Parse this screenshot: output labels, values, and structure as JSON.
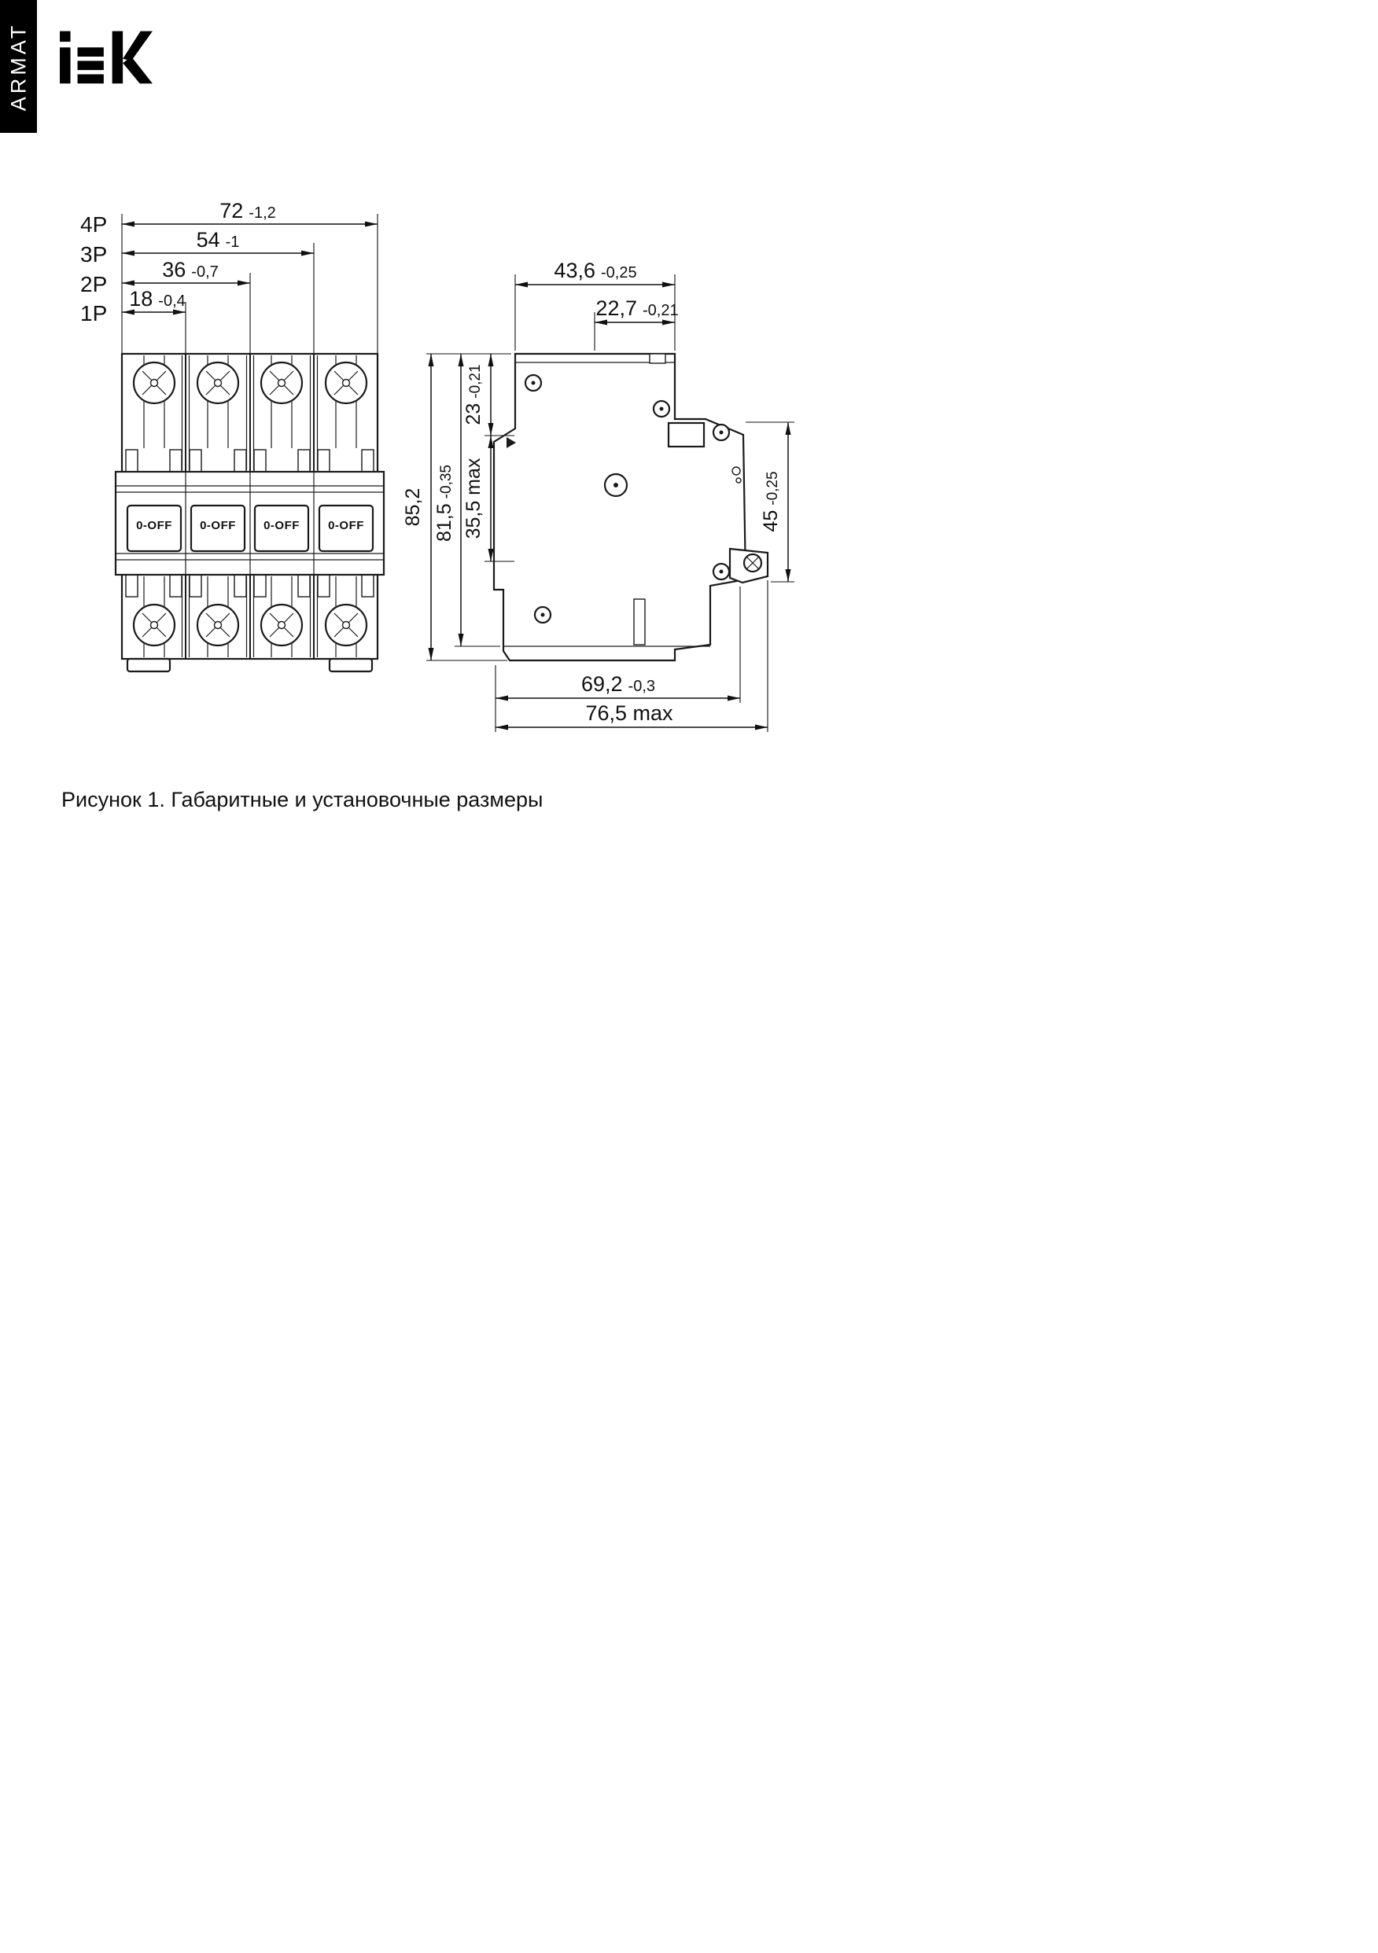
{
  "brand": {
    "sidebar_text": "ARMAT",
    "logo_text": "IEK"
  },
  "caption": "Рисунок 1. Габаритные и установочные размеры",
  "front_view": {
    "pole_dims": [
      {
        "label": "4P",
        "value": "72",
        "tol": "-1,2"
      },
      {
        "label": "3P",
        "value": "54",
        "tol": "-1"
      },
      {
        "label": "2P",
        "value": "36",
        "tol": "-0,7"
      },
      {
        "label": "1P",
        "value": "18",
        "tol": "-0,4"
      }
    ],
    "toggle_label": "0-OFF"
  },
  "side_view": {
    "width_top": {
      "value": "43,6",
      "tol": "-0,25"
    },
    "width_step": {
      "value": "22,7",
      "tol": "-0,21"
    },
    "height_overall": {
      "value": "85,2",
      "tol": ""
    },
    "height_body": {
      "value": "81,5",
      "tol": "-0,35"
    },
    "depth_top": {
      "value": "23",
      "tol": "-0,21"
    },
    "depth_handle": {
      "value": "35,5 max",
      "tol": ""
    },
    "front_face": {
      "value": "45",
      "tol": "-0,25"
    },
    "depth_bottom": {
      "value": "69,2",
      "tol": "-0,3"
    },
    "depth_max": {
      "value": "76,5 max",
      "tol": ""
    }
  }
}
